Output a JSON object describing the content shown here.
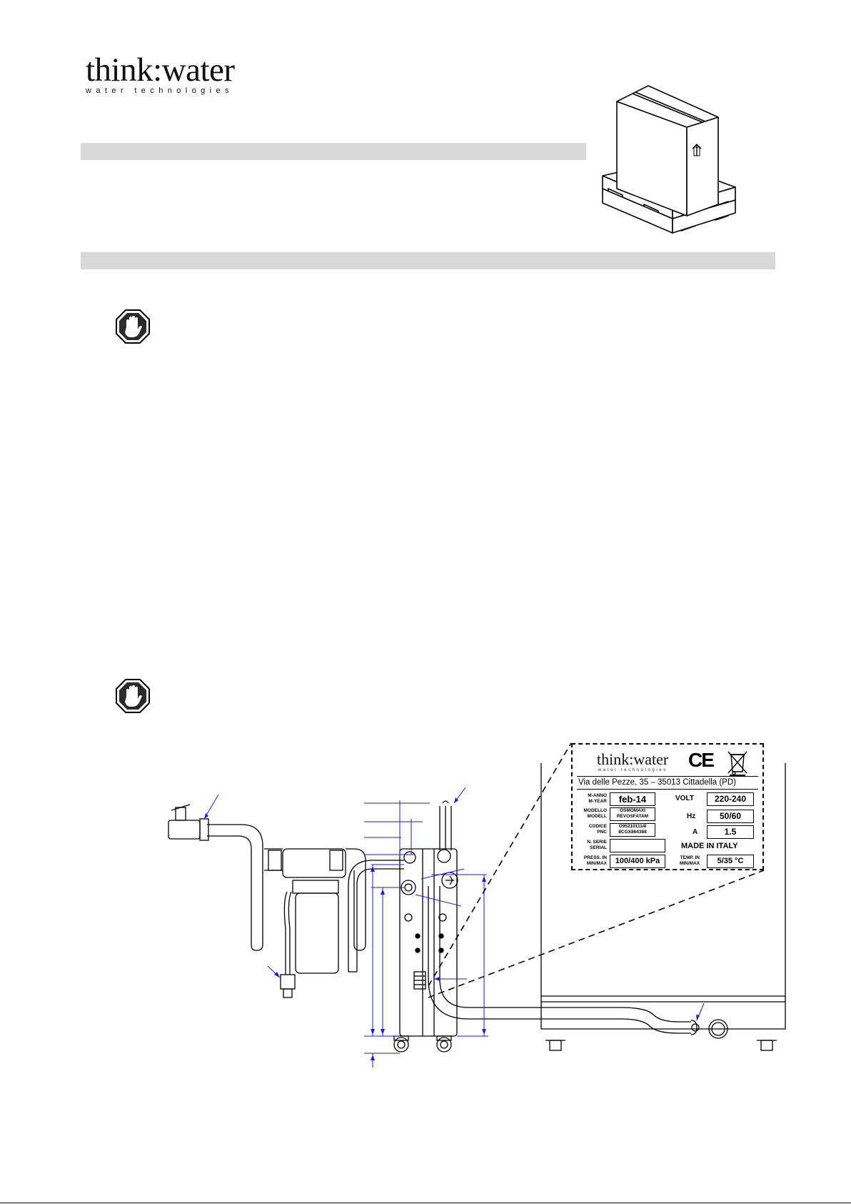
{
  "header": {
    "logo_main": "think:water",
    "logo_sub": "water technologies"
  },
  "icons": {
    "warning_1": "stop-hand-icon",
    "warning_2": "stop-hand-icon",
    "pallet": "packaged-box-on-pallet-drawing",
    "weee": "crossed-out-bin-icon",
    "ce": "ce-mark-icon"
  },
  "rating_plate": {
    "logo_main": "think:water",
    "logo_sub": "water technologies",
    "ce": "CE",
    "address": "Via delle Pezze, 35 – 35013 Cittadella (PD)",
    "year_label_1": "M-ANNO",
    "year_label_2": "M-YEAR",
    "year_value": "feb-14",
    "model_label_1": "MODELLO",
    "model_label_2": "MODELL",
    "model_value_1": "OSMOMAXI",
    "model_value_2": "REVOSFATAM",
    "code_label_1": "CODICE",
    "code_label_2": "PNC",
    "code_value_1": "O952101114I",
    "code_value_2": "8CGX864388",
    "serial_label_1": "N. SERIE",
    "serial_label_2": "SERIAL",
    "serial_value": "",
    "press_label_1": "PRESS. IN",
    "press_label_2": "MIN/MAX",
    "press_value": "100/400 kPa",
    "volt_label": "VOLT",
    "volt_value": "220-240",
    "hz_label": "Hz",
    "hz_value": "50/60",
    "amp_label": "A",
    "amp_value": "1.5",
    "made_in": "MADE IN ITALY",
    "temp_label_1": "TEMP. IN",
    "temp_label_2": "MIN/MAX",
    "temp_value": "5/35 °C"
  },
  "colors": {
    "section_bar": "#d9d9d9",
    "dimension_lines": "#1a1aff",
    "drawing": "#000000"
  }
}
